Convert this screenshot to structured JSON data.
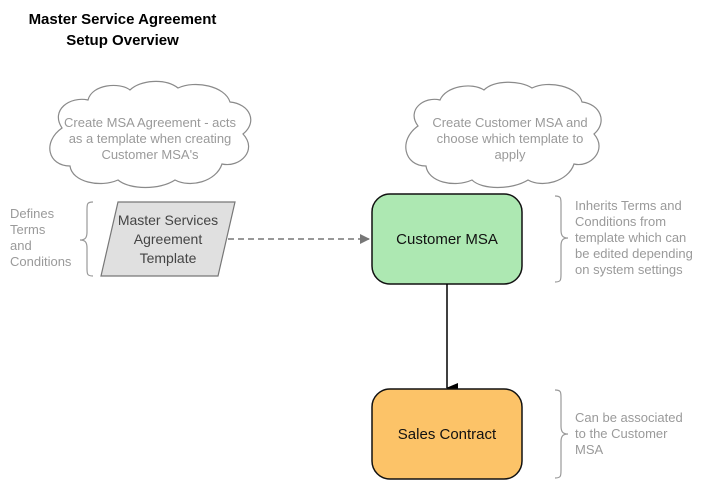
{
  "title": {
    "line1": "Master Service Agreement",
    "line2": "Setup Overview"
  },
  "clouds": [
    {
      "lines": [
        "Create MSA Agreement - acts",
        "as a template when creating",
        "Customer MSA's"
      ]
    },
    {
      "lines": [
        "Create Customer MSA and",
        "choose which template to",
        "apply"
      ]
    }
  ],
  "nodes": {
    "template": {
      "lines": [
        "Master Services",
        "Agreement",
        "Template"
      ],
      "fill": "#e0e0e0"
    },
    "customer_msa": {
      "label": "Customer MSA",
      "fill": "#ade8b2"
    },
    "sales_contract": {
      "label": "Sales Contract",
      "fill": "#fcc368"
    }
  },
  "annotations": {
    "defines": {
      "lines": [
        "Defines",
        "Terms",
        "and",
        "Conditions"
      ]
    },
    "inherits": {
      "lines": [
        "Inherits Terms and",
        "Conditions from",
        "template which can",
        "be edited depending",
        "on system settings"
      ]
    },
    "associated": {
      "lines": [
        "Can be associated",
        "to the Customer",
        "MSA"
      ]
    }
  },
  "colors": {
    "text_gray": "#9a9a9a",
    "outline_gray": "#7a7a7a",
    "outline_dark": "#111111"
  }
}
